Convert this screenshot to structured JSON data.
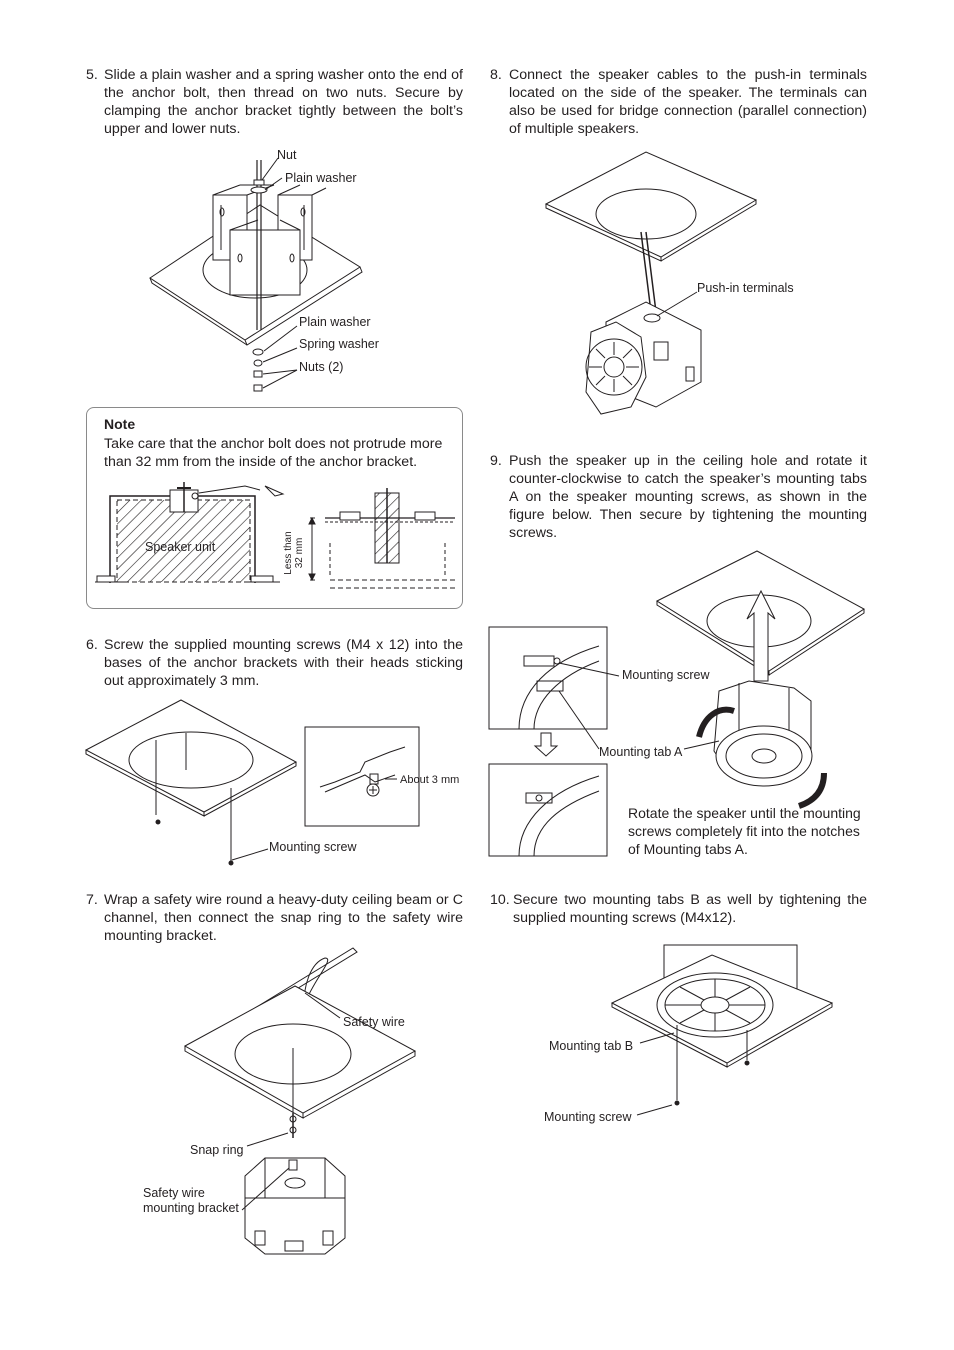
{
  "steps": [
    {
      "num": "5.",
      "text": "Slide a plain washer and a spring washer onto the end of the anchor bolt, then thread on two nuts. Secure by clamping the anchor bracket tightly between the bolt’s upper and lower nuts."
    },
    {
      "num": "6.",
      "text": "Screw the supplied mounting screws (M4 x 12) into the bases of the anchor brackets with their heads sticking out approximately 3 mm."
    },
    {
      "num": "7.",
      "text": "Wrap a safety wire round a heavy-duty ceiling beam or C channel, then connect the snap ring to the safety wire mounting bracket."
    },
    {
      "num": "8.",
      "text": "Connect the speaker cables to the push-in terminals located on the side of the speaker. The terminals can also be used for bridge connection (parallel connection) of multiple speakers."
    },
    {
      "num": "9.",
      "text": "Push the speaker up in the ceiling hole and rotate it counter-clockwise to catch the speaker’s mounting tabs A on the speaker mounting screws, as shown in the figure below. Then secure by tightening the mounting screws."
    },
    {
      "num": "10.",
      "text": "Secure two mounting tabs B as well by tightening the supplied mounting screws (M4x12)."
    }
  ],
  "note": {
    "title": "Note",
    "text": "Take care that the anchor bolt does not protrude more than 32 mm from the inside of the anchor bracket.",
    "speaker_unit": "Speaker unit",
    "less_than": "Less than",
    "mm32": "32 mm"
  },
  "fig5": {
    "nut": "Nut",
    "plain_washer_top": "Plain washer",
    "plain_washer": "Plain washer",
    "spring_washer": "Spring washer",
    "nuts2": "Nuts (2)"
  },
  "fig6": {
    "about3mm": "About 3 mm",
    "mounting_screw": "Mounting screw"
  },
  "fig7": {
    "safety_wire": "Safety wire",
    "snap_ring": "Snap ring",
    "safety_wire_bracket_l1": "Safety wire",
    "safety_wire_bracket_l2": "mounting bracket"
  },
  "fig8": {
    "push_in_terminals": "Push-in terminals"
  },
  "fig9": {
    "mounting_screw": "Mounting screw",
    "mounting_tab_a": "Mounting tab A",
    "rotate_note": "Rotate the speaker until the mounting screws completely fit into the notches of Mounting tabs A."
  },
  "fig10": {
    "mounting_tab_b": "Mounting tab B",
    "mounting_screw": "Mounting screw"
  }
}
